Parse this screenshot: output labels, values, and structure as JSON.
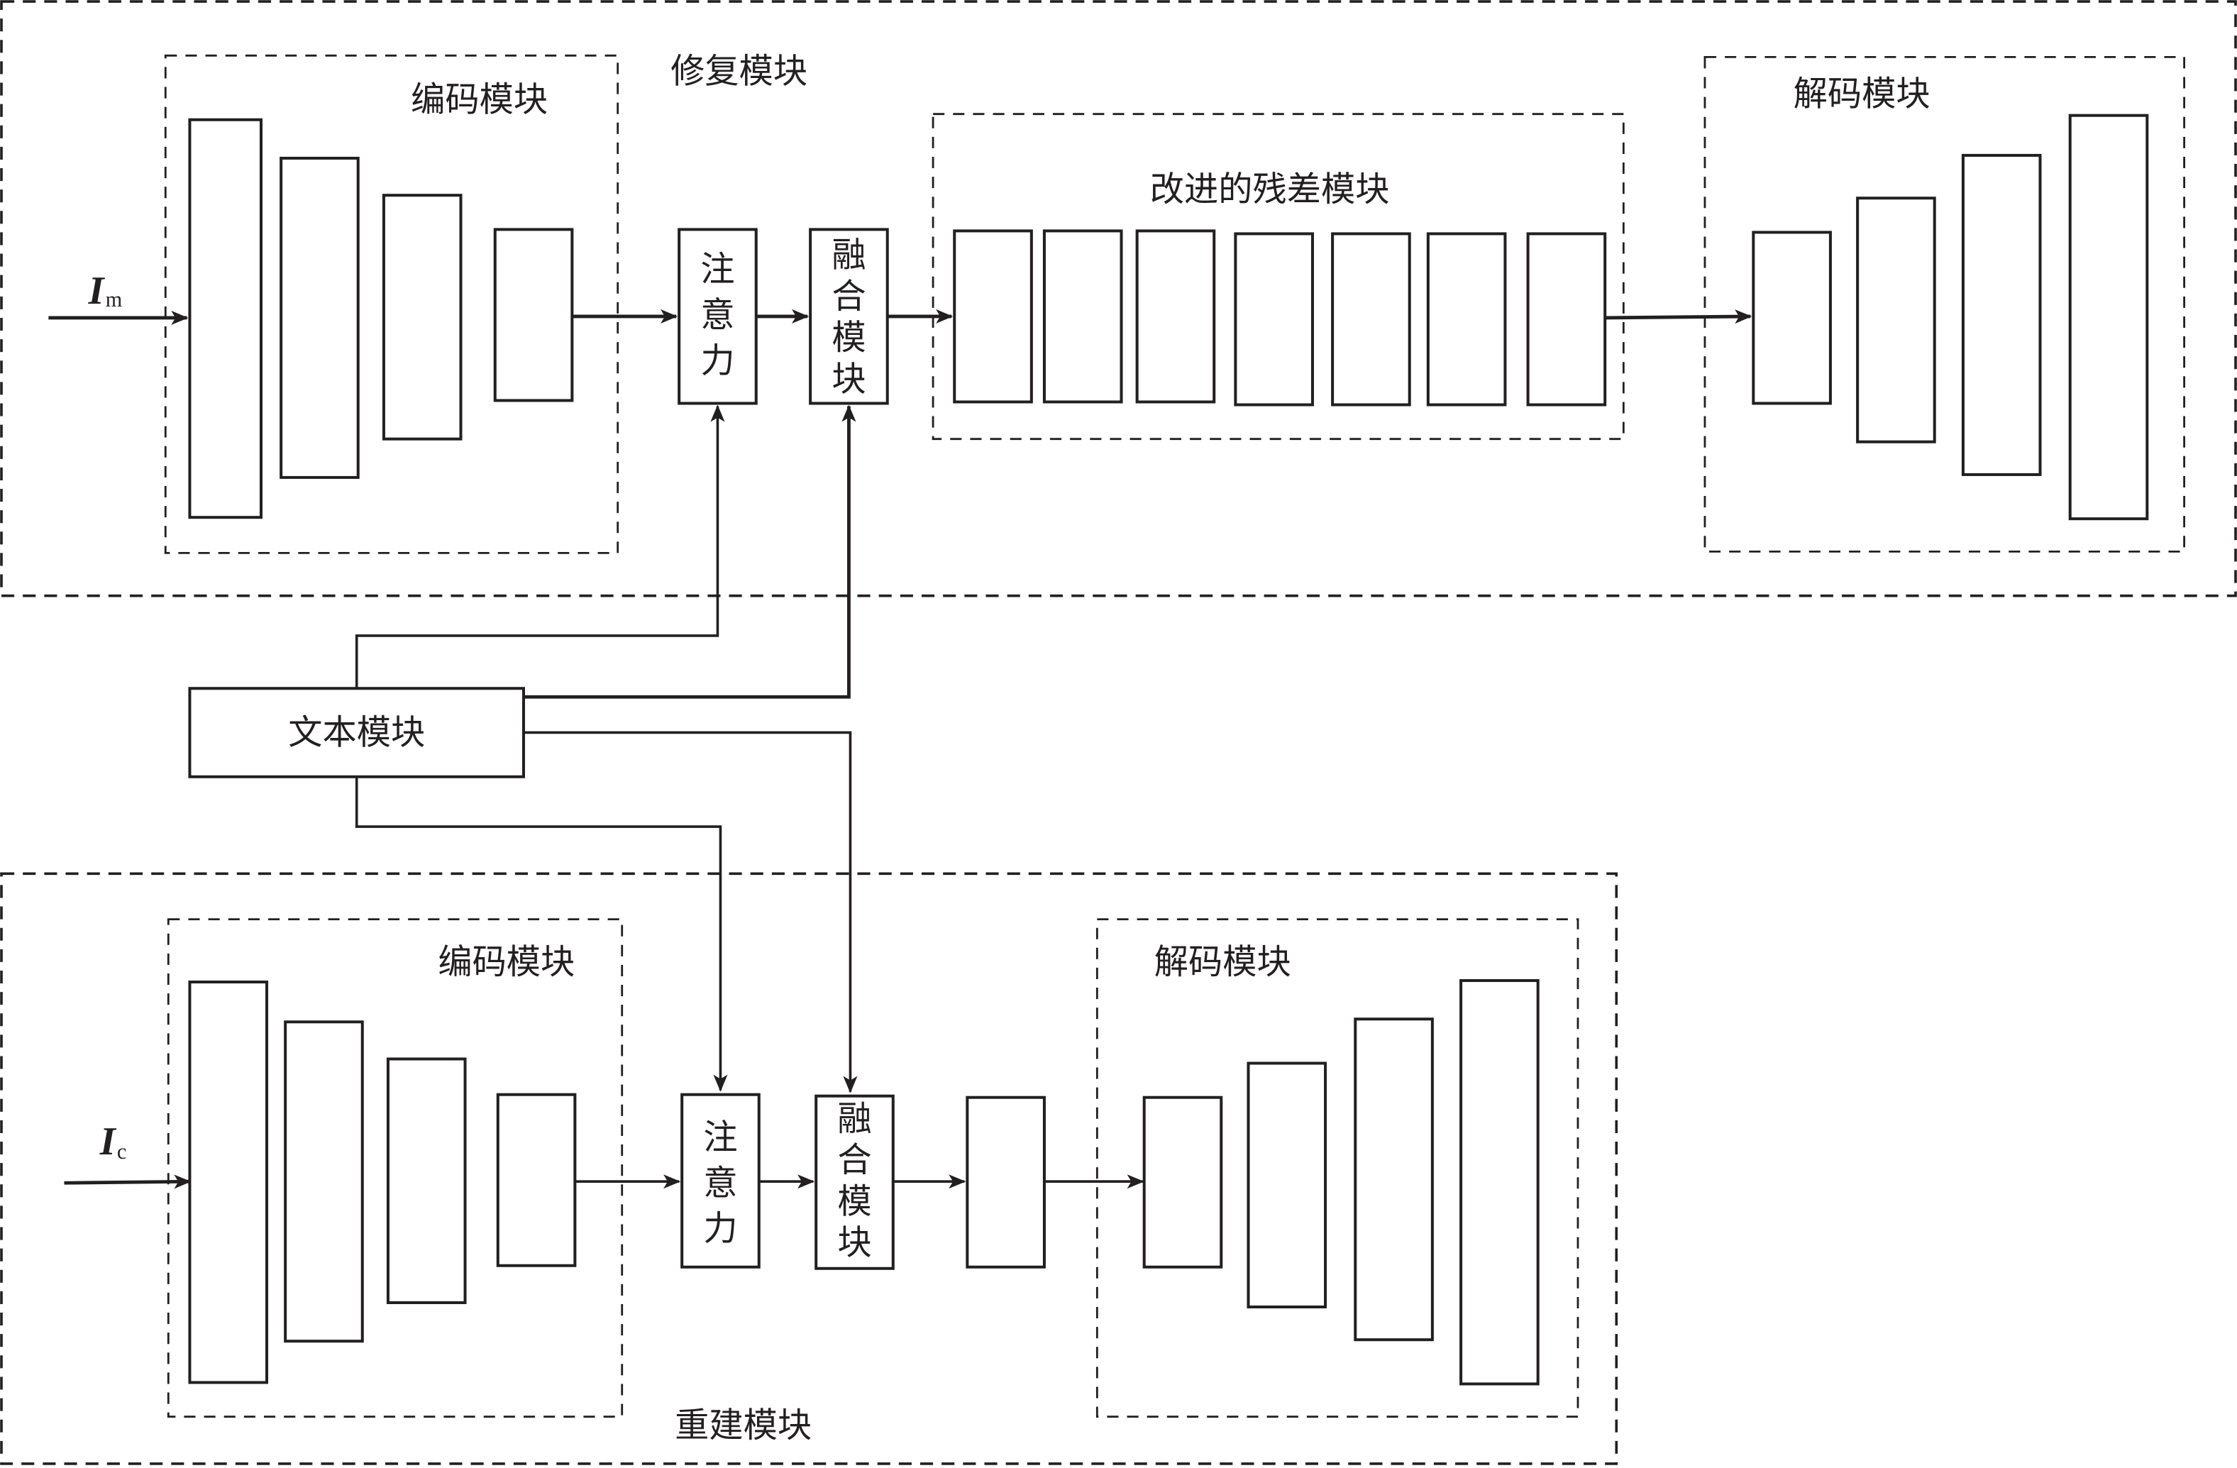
{
  "repair_module": {
    "title": "修复模块",
    "input_symbol": "I",
    "input_subscript": "m",
    "encoder_title": "编码模块",
    "attention_chars": [
      "注",
      "意",
      "力"
    ],
    "fusion_chars": [
      "融",
      "合",
      "模",
      "块"
    ],
    "residual_title": "改进的残差模块",
    "decoder_title": "解码模块"
  },
  "text_module": {
    "label": "文本模块"
  },
  "reconstruction_module": {
    "title": "重建模块",
    "input_symbol": "I",
    "input_subscript": "c",
    "encoder_title": "编码模块",
    "attention_chars": [
      "注",
      "意",
      "力"
    ],
    "fusion_chars": [
      "融",
      "合",
      "模",
      "块"
    ],
    "decoder_title": "解码模块"
  },
  "colors": {
    "stroke": "#231f20",
    "background": "#ffffff"
  }
}
